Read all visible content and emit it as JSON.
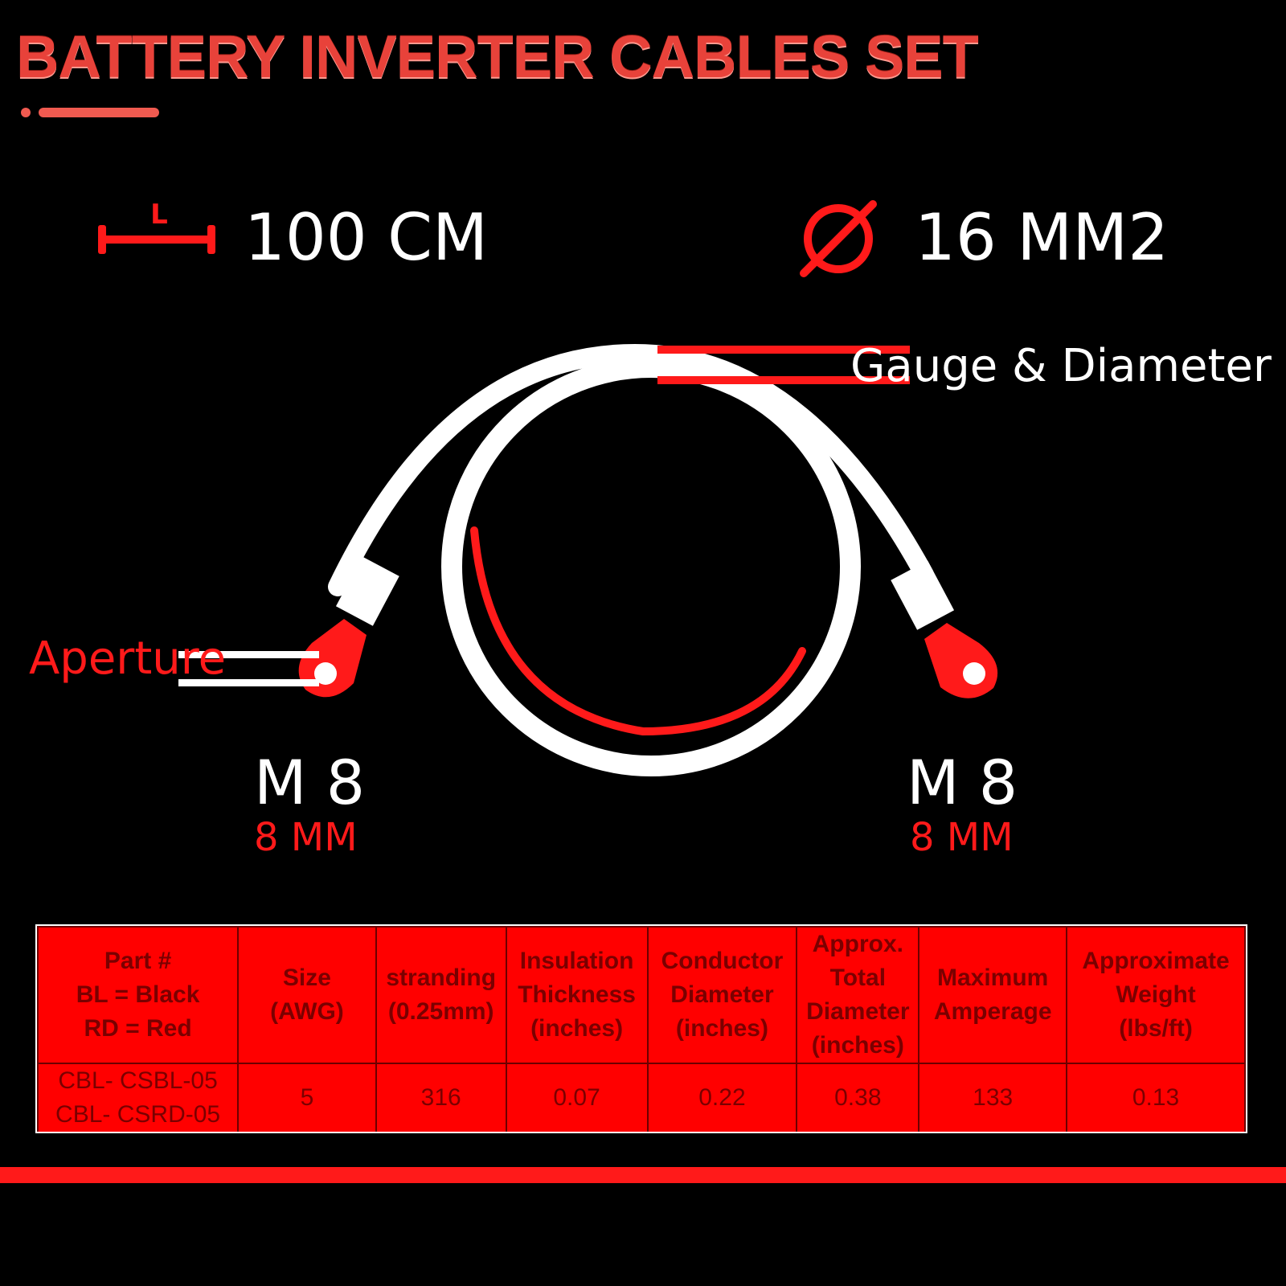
{
  "title": "BATTERY INVERTER CABLES SET",
  "specs": {
    "length_icon_label": "L",
    "length": "100 CM",
    "diameter": "16 MM2"
  },
  "callouts": {
    "gauge": "Gauge & Diameter",
    "aperture": "Aperture"
  },
  "lugs": {
    "left": {
      "size": "M 8",
      "mm": "8 MM"
    },
    "right": {
      "size": "M 8",
      "mm": "8 MM"
    }
  },
  "table": {
    "headers": [
      "Part #\nBL = Black\nRD = Red",
      "Size\n(AWG)",
      "stranding\n(0.25mm)",
      "Insulation\nThickness\n(inches)",
      "Conductor\nDiameter\n(inches)",
      "Approx.\nTotal\nDiameter\n(inches)",
      "Maximum\nAmperage",
      "Approximate\nWeight\n(lbs/ft)"
    ],
    "row": [
      "CBL- CSBL-05\nCBL- CSRD-05",
      "5",
      "316",
      "0.07",
      "0.22",
      "0.38",
      "133",
      "0.13"
    ]
  },
  "colors": {
    "accent": "#ff1a1a",
    "title": "#e8423a",
    "background": "#000000",
    "cable": "#ffffff"
  }
}
